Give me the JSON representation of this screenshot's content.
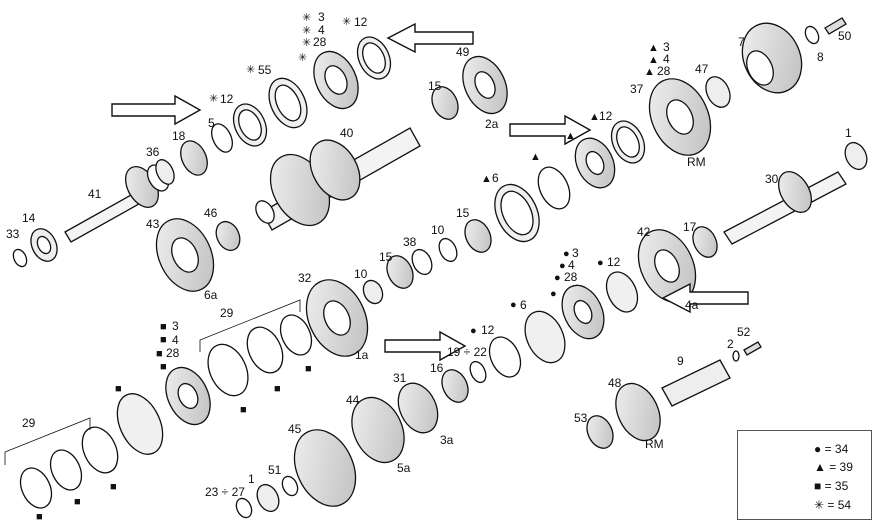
{
  "callouts": {
    "p1": "1",
    "p1b": "1",
    "p2": "2",
    "p3a": "3",
    "p3b": "3",
    "p3c": "3",
    "p3d": "3",
    "p4a": "4",
    "p4b": "4",
    "p4c": "4",
    "p4d": "4",
    "p5": "5",
    "p6a": "6",
    "p6b": "6",
    "p7": "7",
    "p8": "8",
    "p9": "9",
    "p10a": "10",
    "p10b": "10",
    "p12a": "12",
    "p12b": "12",
    "p12c": "12",
    "p12d": "12",
    "p12e": "12",
    "p14": "14",
    "p15a": "15",
    "p15b": "15",
    "p15c": "15",
    "p16": "16",
    "p17": "17",
    "p18": "18",
    "p19_22": "19 ÷ 22",
    "p23_27": "23 ÷ 27",
    "p28a": "28",
    "p28b": "28",
    "p28c": "28",
    "p28d": "28",
    "p29a": "29",
    "p29b": "29",
    "p30": "30",
    "p31": "31",
    "p32": "32",
    "p33": "33",
    "p36": "36",
    "p37": "37",
    "p38": "38",
    "p40": "40",
    "p41": "41",
    "p42": "42",
    "p43": "43",
    "p44": "44",
    "p45": "45",
    "p46": "46",
    "p47": "47",
    "p48": "48",
    "p49": "49",
    "p50": "50",
    "p51": "51",
    "p52": "52",
    "p53": "53",
    "p55": "55",
    "g1a": "1a",
    "g2a": "2a",
    "g3a": "3a",
    "g4a": "4a",
    "g5a": "5a",
    "g6a": "6a",
    "rm1": "RM",
    "rm2": "RM"
  },
  "legend": {
    "circle": "= 34",
    "triangle": "= 39",
    "square": "= 35",
    "asterisk": "= 54"
  },
  "colors": {
    "ink": "#111111",
    "gear_fill": "#e6e6e6",
    "gear_dark": "#9a9a9a",
    "legend_icon": "#777777"
  }
}
